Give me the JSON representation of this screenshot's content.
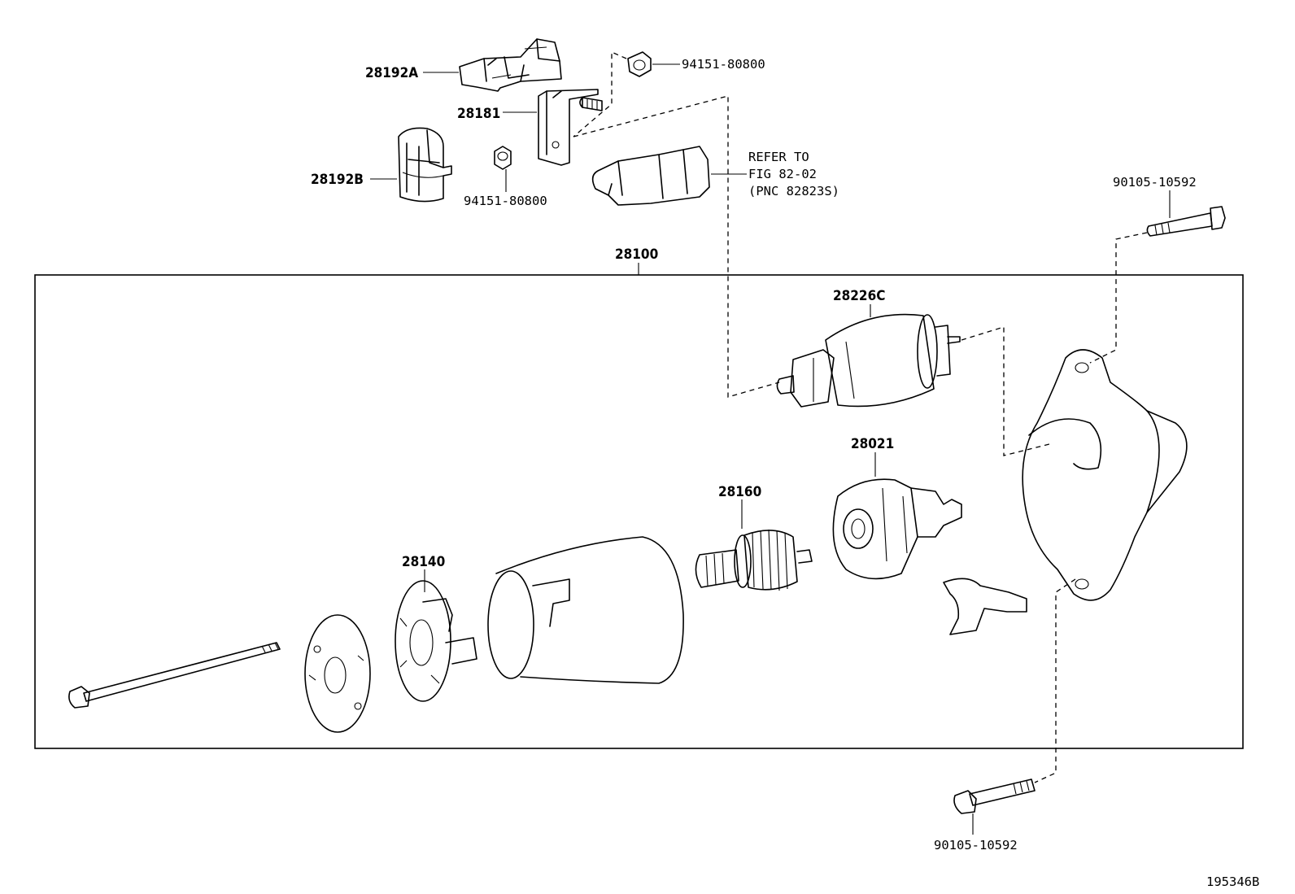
{
  "labels": {
    "p28192A": "28192A",
    "p28181": "28181",
    "p28192B": "28192B",
    "p94151_top": "94151-80800",
    "p94151_bottom": "94151-80800",
    "refer_line1": "REFER TO",
    "refer_line2": "FIG 82-02",
    "refer_line3": "(PNC 82823S)",
    "p90105_top": "90105-10592",
    "p28100": "28100",
    "p28226C": "28226C",
    "p28021": "28021",
    "p28160": "28160",
    "p28140": "28140",
    "p90105_bottom": "90105-10592",
    "figure_id": "195346B"
  }
}
